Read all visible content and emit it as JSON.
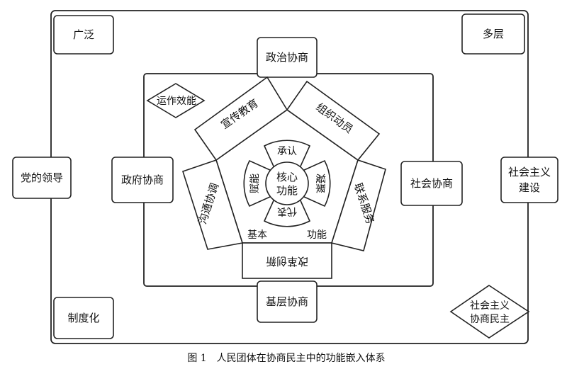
{
  "corners": {
    "top_left": "广泛",
    "top_right": "多层",
    "bottom_left": "制度化"
  },
  "outer": {
    "left": "党的领导",
    "right_line1": "社会主义",
    "right_line2": "建设",
    "bottom_right_line1": "社会主义",
    "bottom_right_line2": "协商民主"
  },
  "inner": {
    "top": "政治协商",
    "bottom": "基层协商",
    "left": "政府协商",
    "right": "社会协商",
    "diamond": "运作效能"
  },
  "pentagon": {
    "top_left": "宣传教育",
    "top_right": "组织动员",
    "right": "联系服务",
    "bottom": "改革创新",
    "left": "沟通协调",
    "base_left": "基本",
    "base_right": "功能"
  },
  "core": {
    "center_line1": "核心",
    "center_line2": "功能",
    "top": "承认",
    "right": "凝聚",
    "bottom": "代表",
    "left": "赋能"
  },
  "caption": "图 1　人民团体在协商民主中的功能嵌入体系"
}
